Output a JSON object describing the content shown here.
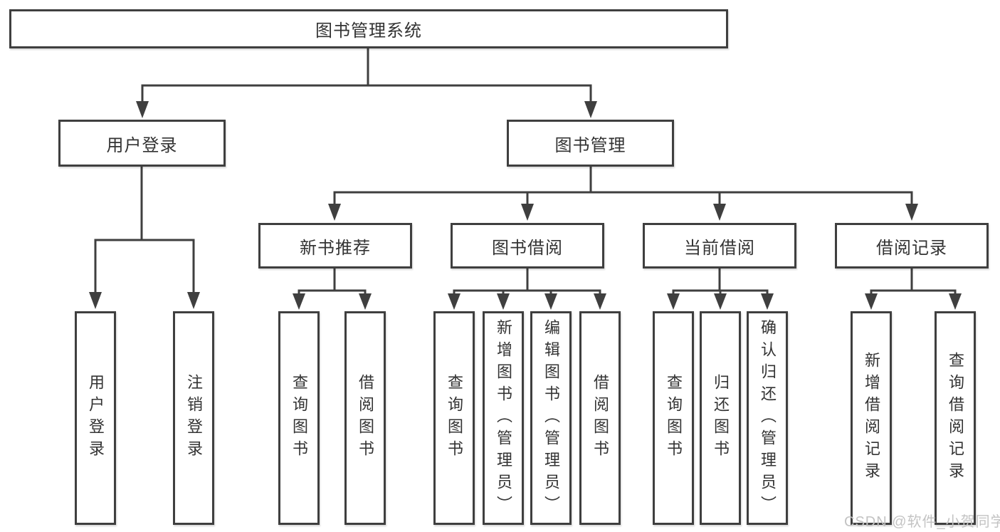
{
  "diagram": {
    "type": "hierarchy",
    "root": "图书管理系统",
    "children": [
      {
        "label": "用户登录",
        "children": [
          "用户登录",
          "注销登录"
        ]
      },
      {
        "label": "图书管理",
        "children": [
          {
            "label": "新书推荐",
            "children": [
              "查询图书",
              "借阅图书"
            ]
          },
          {
            "label": "图书借阅",
            "children": [
              "查询图书",
              "新增图书（管理员）",
              "编辑图书（管理员）",
              "借阅图书"
            ]
          },
          {
            "label": "当前借阅",
            "children": [
              "查询图书",
              "归还图书",
              "确认归还（管理员）"
            ]
          },
          {
            "label": "借阅记录",
            "children": [
              "新增借阅记录",
              "查询借阅记录"
            ]
          }
        ]
      }
    ]
  },
  "watermark": "CSDN @软件_小贺同学",
  "colors": {
    "line": "#3f3f3f",
    "box_border": "#3f3f3f",
    "text": "#333333",
    "background": "#ffffff",
    "watermark": "#c3c3c3"
  }
}
